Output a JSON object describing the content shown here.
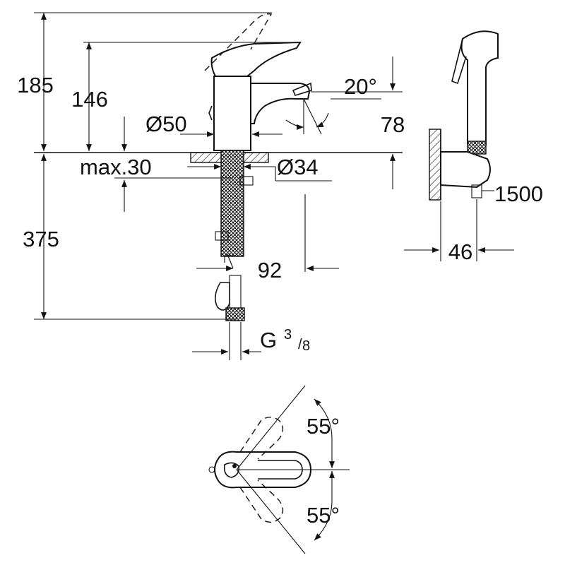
{
  "dimensions": {
    "total_height": "185",
    "lever_height": "146",
    "spout_angle": "20°",
    "base_diameter": "Ø50",
    "spout_height": "78",
    "max_thickness": "max.30",
    "hole_diameter": "Ø34",
    "below_deck": "375",
    "hose_length": "1500",
    "spout_reach": "92",
    "holder_depth": "46",
    "thread_main": "G",
    "thread_num": "3",
    "thread_den": "8",
    "rotation_up": "55°",
    "rotation_down": "55°"
  }
}
